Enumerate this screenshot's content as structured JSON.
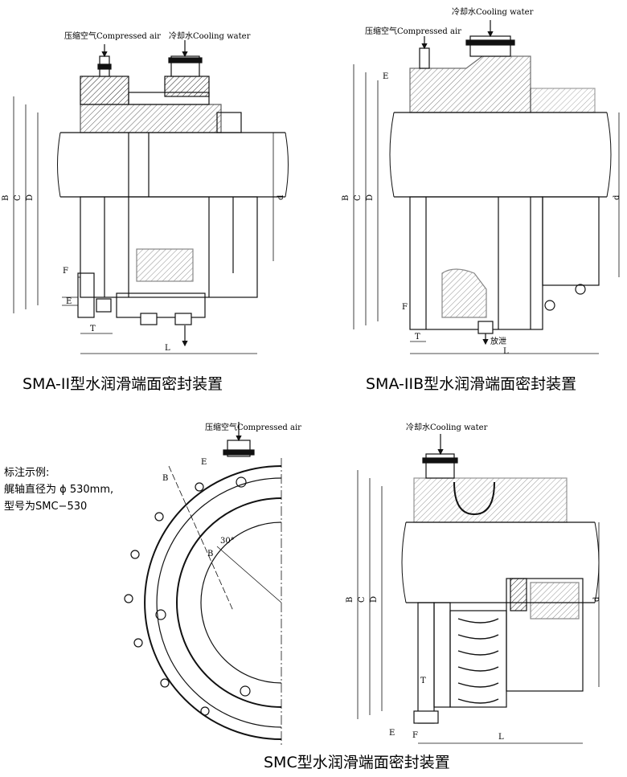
{
  "captions": {
    "sma2": "SMA-II型水润滑端面密封装置",
    "sma2b": "SMA-IIB型水润滑端面密封装置",
    "smc": "SMC型水润滑端面密封装置"
  },
  "labels": {
    "compressed_air": "压缩空气Compressed air",
    "cooling_water": "冷却水Cooling water",
    "drain": "放泄"
  },
  "dims": {
    "B": "B",
    "C": "C",
    "D": "D",
    "d": "d",
    "E": "E",
    "F": "F",
    "T": "T",
    "L": "L",
    "angle": "30°"
  },
  "note": {
    "line1": "标注示例:",
    "line2": "艉轴直径为 ϕ 530mm,",
    "line3": "型号为SMC−530"
  }
}
